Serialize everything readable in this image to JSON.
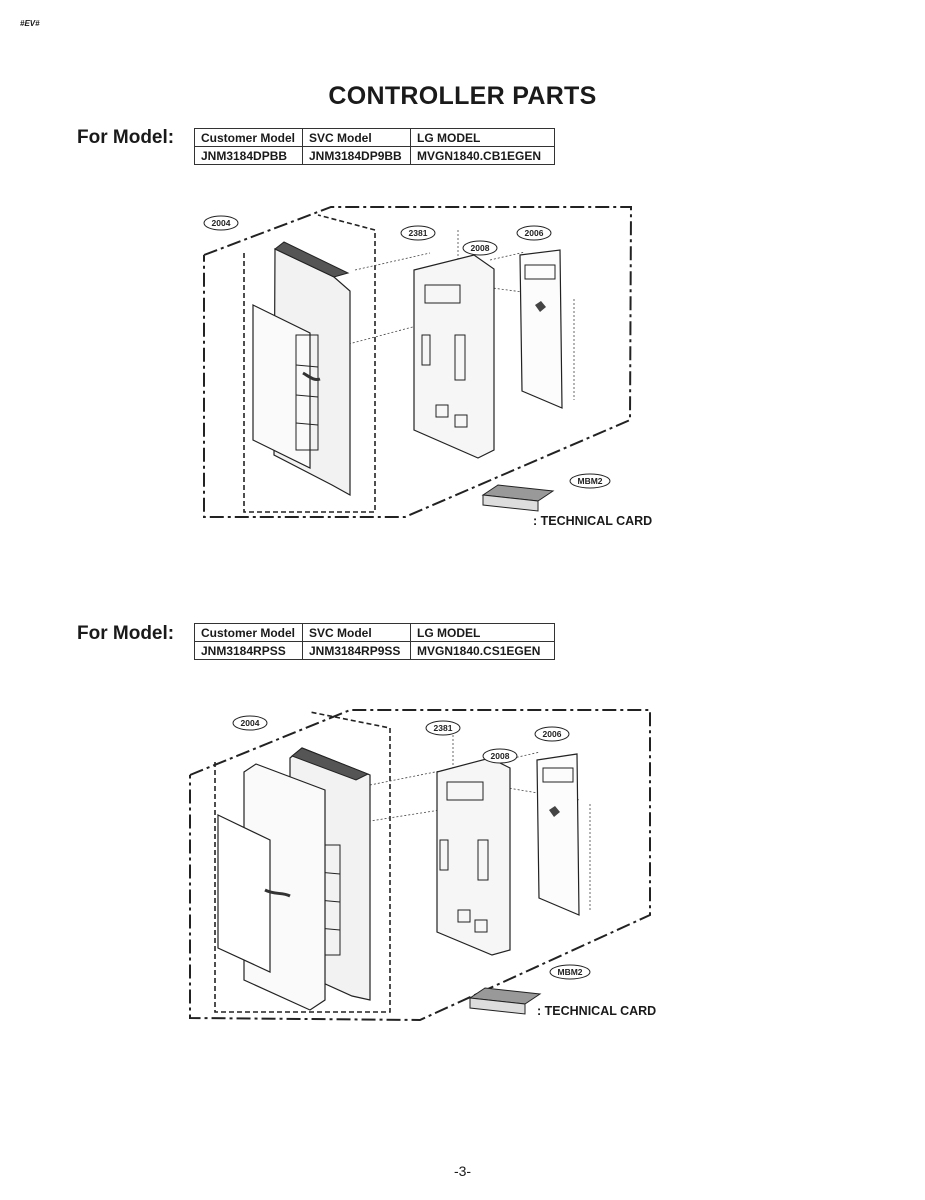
{
  "header": {
    "corner_tag": "#EV#",
    "title": "CONTROLLER PARTS"
  },
  "sections": [
    {
      "for_model_label": "For Model:",
      "table": {
        "headers": [
          "Customer Model",
          "SVC Model",
          "LG MODEL"
        ],
        "row": [
          "JNM3184DPBB",
          "JNM3184DP9BB",
          "MVGN1840.CB1EGEN"
        ]
      },
      "callouts": [
        "2004",
        "2381",
        "2008",
        "2006",
        "MBM2"
      ],
      "technical_card_label": ": TECHNICAL CARD"
    },
    {
      "for_model_label": "For Model:",
      "table": {
        "headers": [
          "Customer Model",
          "SVC Model",
          "LG MODEL"
        ],
        "row": [
          "JNM3184RPSS",
          "JNM3184RP9SS",
          "MVGN1840.CS1EGEN"
        ]
      },
      "callouts": [
        "2004",
        "2381",
        "2008",
        "2006",
        "MBM2"
      ],
      "technical_card_label": ": TECHNICAL CARD"
    }
  ],
  "footer": {
    "page_number": "-3-"
  }
}
